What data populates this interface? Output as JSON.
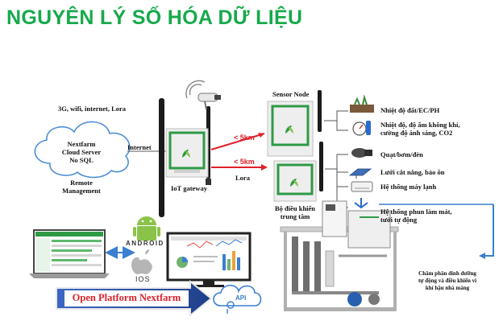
{
  "title": "NGUYÊN LÝ SỐ HÓA DỮ LIỆU",
  "network_label": "3G, wifi, internet, Lora",
  "cloud": {
    "line1": "Nextfarm",
    "line2": "Cloud Server",
    "line3": "No SQL"
  },
  "remote_management": {
    "line1": "Remote",
    "line2": "Management"
  },
  "internet_label": "Internet",
  "iot_gateway_label": "IoT gateway",
  "distance_top": "< 5km",
  "distance_bottom": "< 5km",
  "lora_label": "Lora",
  "sensor_node_label": "Sensor Node",
  "controller_label": {
    "line1": "Bộ điều khiển",
    "line2": "trung tâm"
  },
  "devices": {
    "soil": "Nhiệt độ đất/EC/PH",
    "air_line1": "Nhiệt độ, độ ẩm không khí,",
    "air_line2": "cường độ ánh sáng, CO2",
    "fan": "Quạt/bơm/đèn",
    "net": "Lưới cắt nắng, bảo ôn",
    "cooling": "Hệ thống máy lạnh",
    "mist_line1": "Hệ thống phun làm mát,",
    "mist_line2": "tưới tự động"
  },
  "fertigation": {
    "line1": "Châm phân dinh dưỡng",
    "line2": "tự động và điều khiển vi",
    "line3": "khí hậu nhà màng"
  },
  "android_label": "ANDROID",
  "ios_label": "IOS",
  "open_platform": "Open Platform Nextfarm",
  "api_label": "API",
  "colors": {
    "title": "#17a94b",
    "box_green": "#2e9a45",
    "red": "#e0202a",
    "banner_blue": "#2b4fa0"
  }
}
